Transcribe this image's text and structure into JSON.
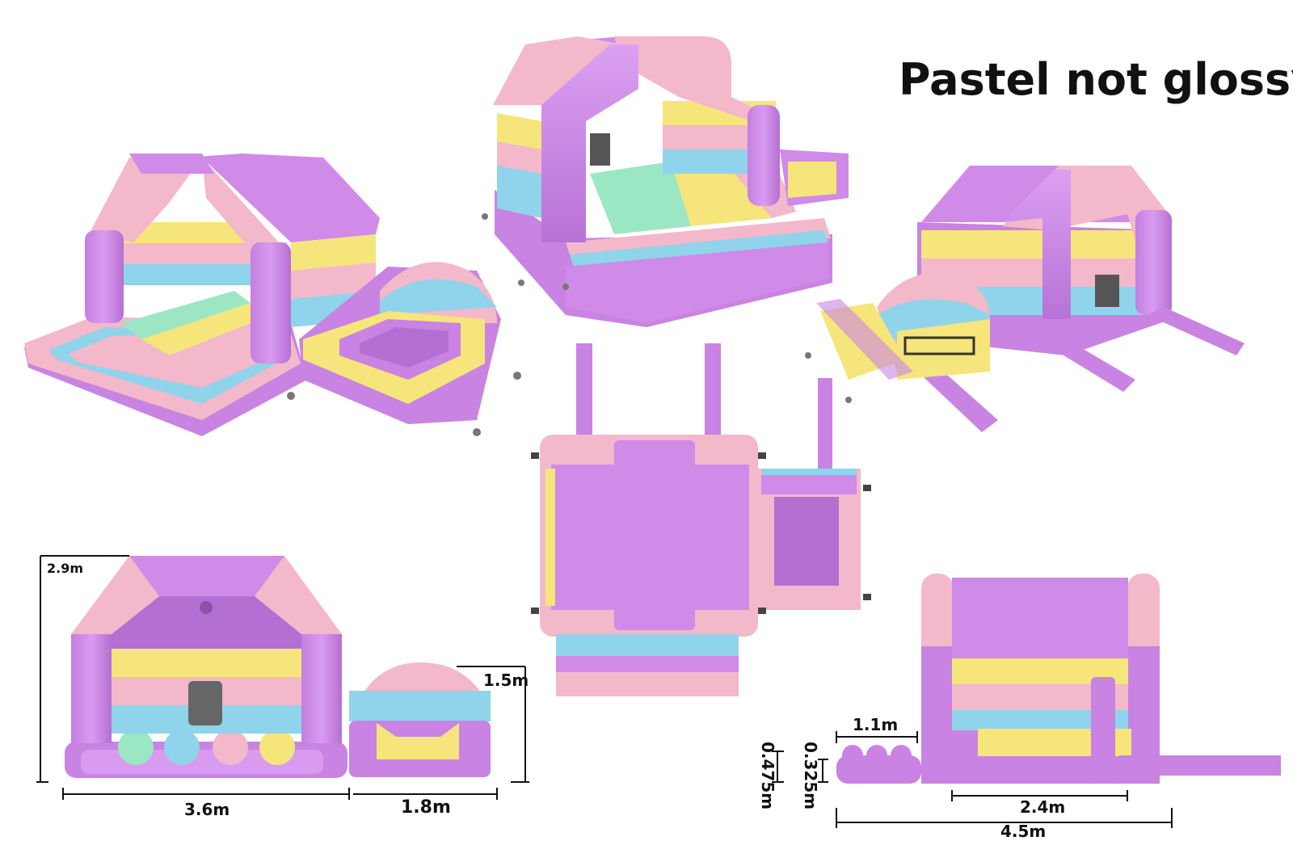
{
  "headline": "Pastel not glossy",
  "colors": {
    "purple": "#d08ae8",
    "purple_dark": "#b46fd2",
    "pink": "#f4b9cb",
    "yellow": "#f5e57a",
    "blue": "#8fd4ea",
    "green": "#9be7c4",
    "line": "#111111"
  },
  "front_view": {
    "height_label": "2.9m",
    "main_width_label": "3.6m",
    "side_width_label": "1.8m",
    "side_height_label": "1.5m"
  },
  "side_view": {
    "step_length_label": "1.1m",
    "step_height_a_label": "0.475m",
    "step_height_b_label": "0.325m",
    "inner_length_label": "2.4m",
    "total_length_label": "4.5m"
  },
  "views": [
    "perspective-left",
    "perspective-front",
    "perspective-rear",
    "top-view",
    "front-elevation",
    "side-elevation"
  ]
}
